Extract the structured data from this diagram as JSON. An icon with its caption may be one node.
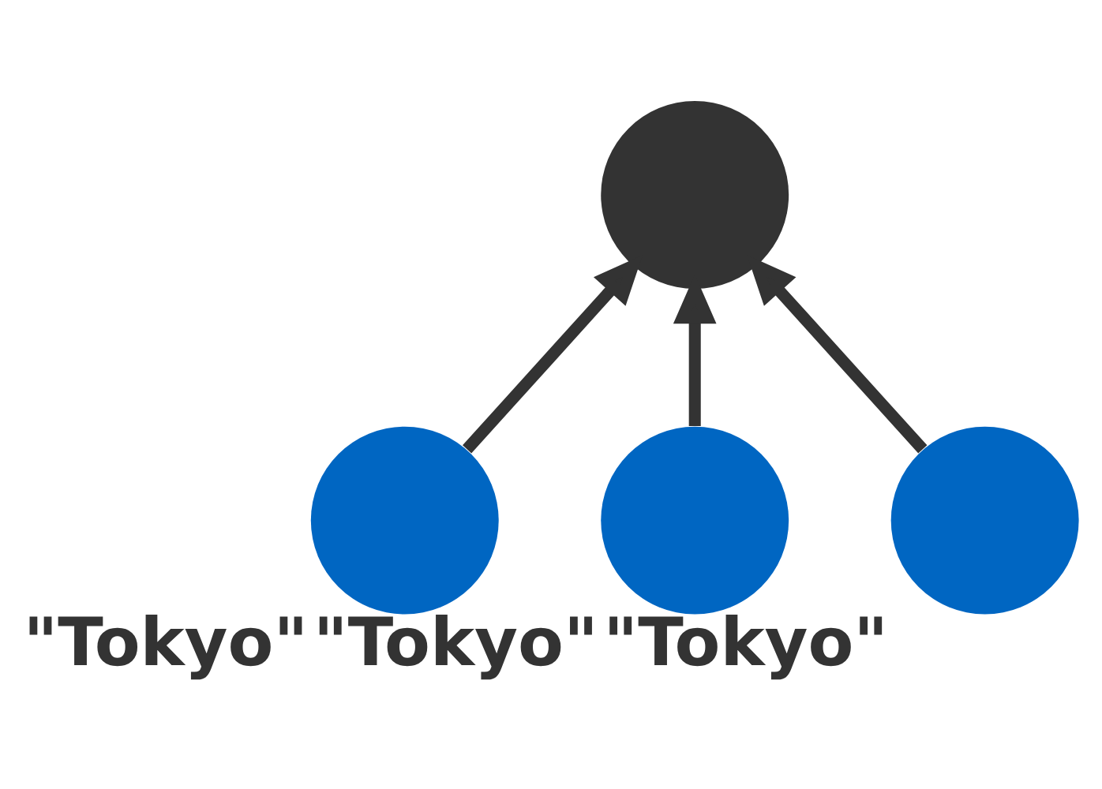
{
  "diagram": {
    "nodes": [
      {
        "text": [],
        "shape": "circle"
      },
      {
        "text": [],
        "shape": "circle",
        "beside": [
          "\"Tokyo\""
        ]
      },
      {
        "text": [],
        "shape": "circle",
        "beside": [
          "\"Tokyo\""
        ]
      },
      {
        "text": [],
        "shape": "circle",
        "beside": [
          "\"Tokyo\""
        ]
      }
    ],
    "edges": [
      {
        "from": 1,
        "to": 0,
        "arrow": "to"
      },
      {
        "from": 2,
        "to": 0,
        "arrow": "to"
      },
      {
        "from": 3,
        "to": 0,
        "arrow": "to"
      }
    ]
  }
}
